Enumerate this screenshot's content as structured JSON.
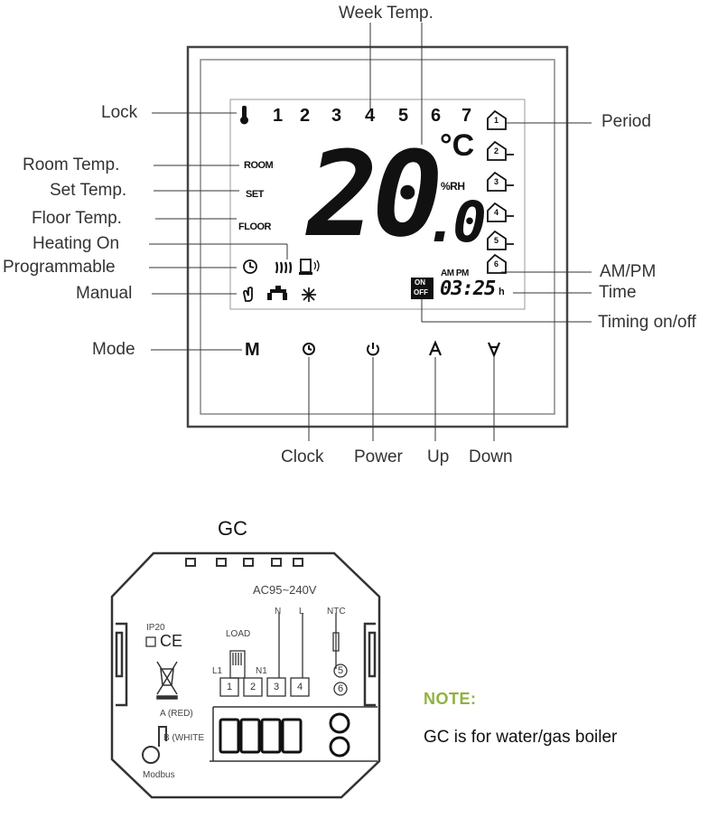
{
  "labels": {
    "week_temp": "Week  Temp.",
    "lock": "Lock",
    "period": "Period",
    "room_temp": "Room Temp.",
    "set_temp": "Set Temp.",
    "floor_temp": "Floor Temp.",
    "heating_on": "Heating On",
    "programmable": "Programmable",
    "manual": "Manual",
    "ampm": "AM/PM",
    "time": "Time",
    "timing": "Timing on/off",
    "mode": "Mode",
    "clock": "Clock",
    "power": "Power",
    "up": "Up",
    "down": "Down"
  },
  "lcd": {
    "week_days": [
      "1",
      "2",
      "3",
      "4",
      "5",
      "6",
      "7"
    ],
    "temp_main": "20",
    "temp_decimal": ".0",
    "unit": "°C",
    "humidity": "%RH",
    "room": "ROOM",
    "set": "SET",
    "floor": "FLOOR",
    "am_pm": "AM PM",
    "time": "03:25",
    "time_suffix": "h",
    "on": "ON",
    "off": "OFF",
    "periods": [
      "1",
      "2",
      "3",
      "4",
      "5",
      "6"
    ]
  },
  "buttons": {
    "mode_label": "M"
  },
  "gc": {
    "title": "GC",
    "voltage": "AC95~240V",
    "n": "N",
    "l": "L",
    "ntc": "NTC",
    "ip": "IP20",
    "ce": "CE",
    "load": "LOAD",
    "l1": "L1",
    "n1": "N1",
    "terminals": [
      "1",
      "2",
      "3",
      "4"
    ],
    "ntc_terminals": [
      "5",
      "6"
    ],
    "a_red": "A (RED)",
    "b_white": "B (WHITE",
    "modbus": "Modbus"
  },
  "note": {
    "title": "NOTE:",
    "text": "GC is for water/gas boiler"
  },
  "colors": {
    "note_green": "#8fb23f",
    "line": "#333333"
  }
}
